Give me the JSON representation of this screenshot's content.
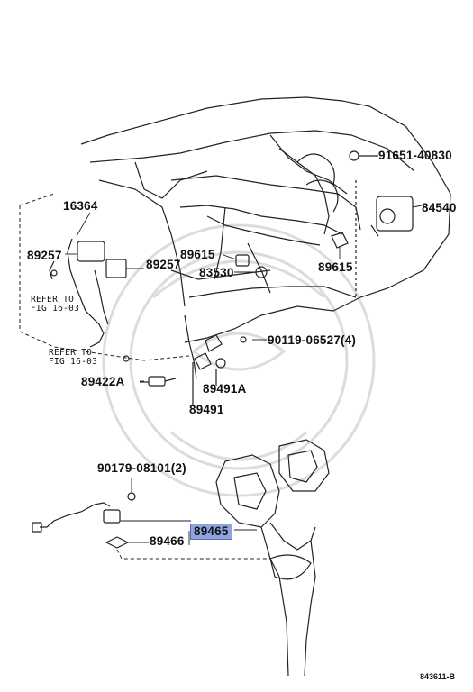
{
  "labels": {
    "p91651": "91651-40830",
    "p84540": "84540",
    "p16364": "16364",
    "p89257a": "89257",
    "p89257b": "89257",
    "p89615a": "89615",
    "p83530": "83530",
    "p89615b": "89615",
    "p90119": "90119-06527(4)",
    "p89422A": "89422A",
    "p89491A": "89491A",
    "p89491": "89491",
    "p90179": "90179-08101(2)",
    "p89465": "89465",
    "p89466": "89466"
  },
  "refs": {
    "ref1_line1": "REFER TO",
    "ref1_line2": "FIG 16-03",
    "ref2_line1": "REFER TO",
    "ref2_line2": "FIG 16-03"
  },
  "caption": "843611-B",
  "colors": {
    "line": "#222222",
    "highlight": "#8fa3de",
    "watermark": "#d9d9d9"
  }
}
